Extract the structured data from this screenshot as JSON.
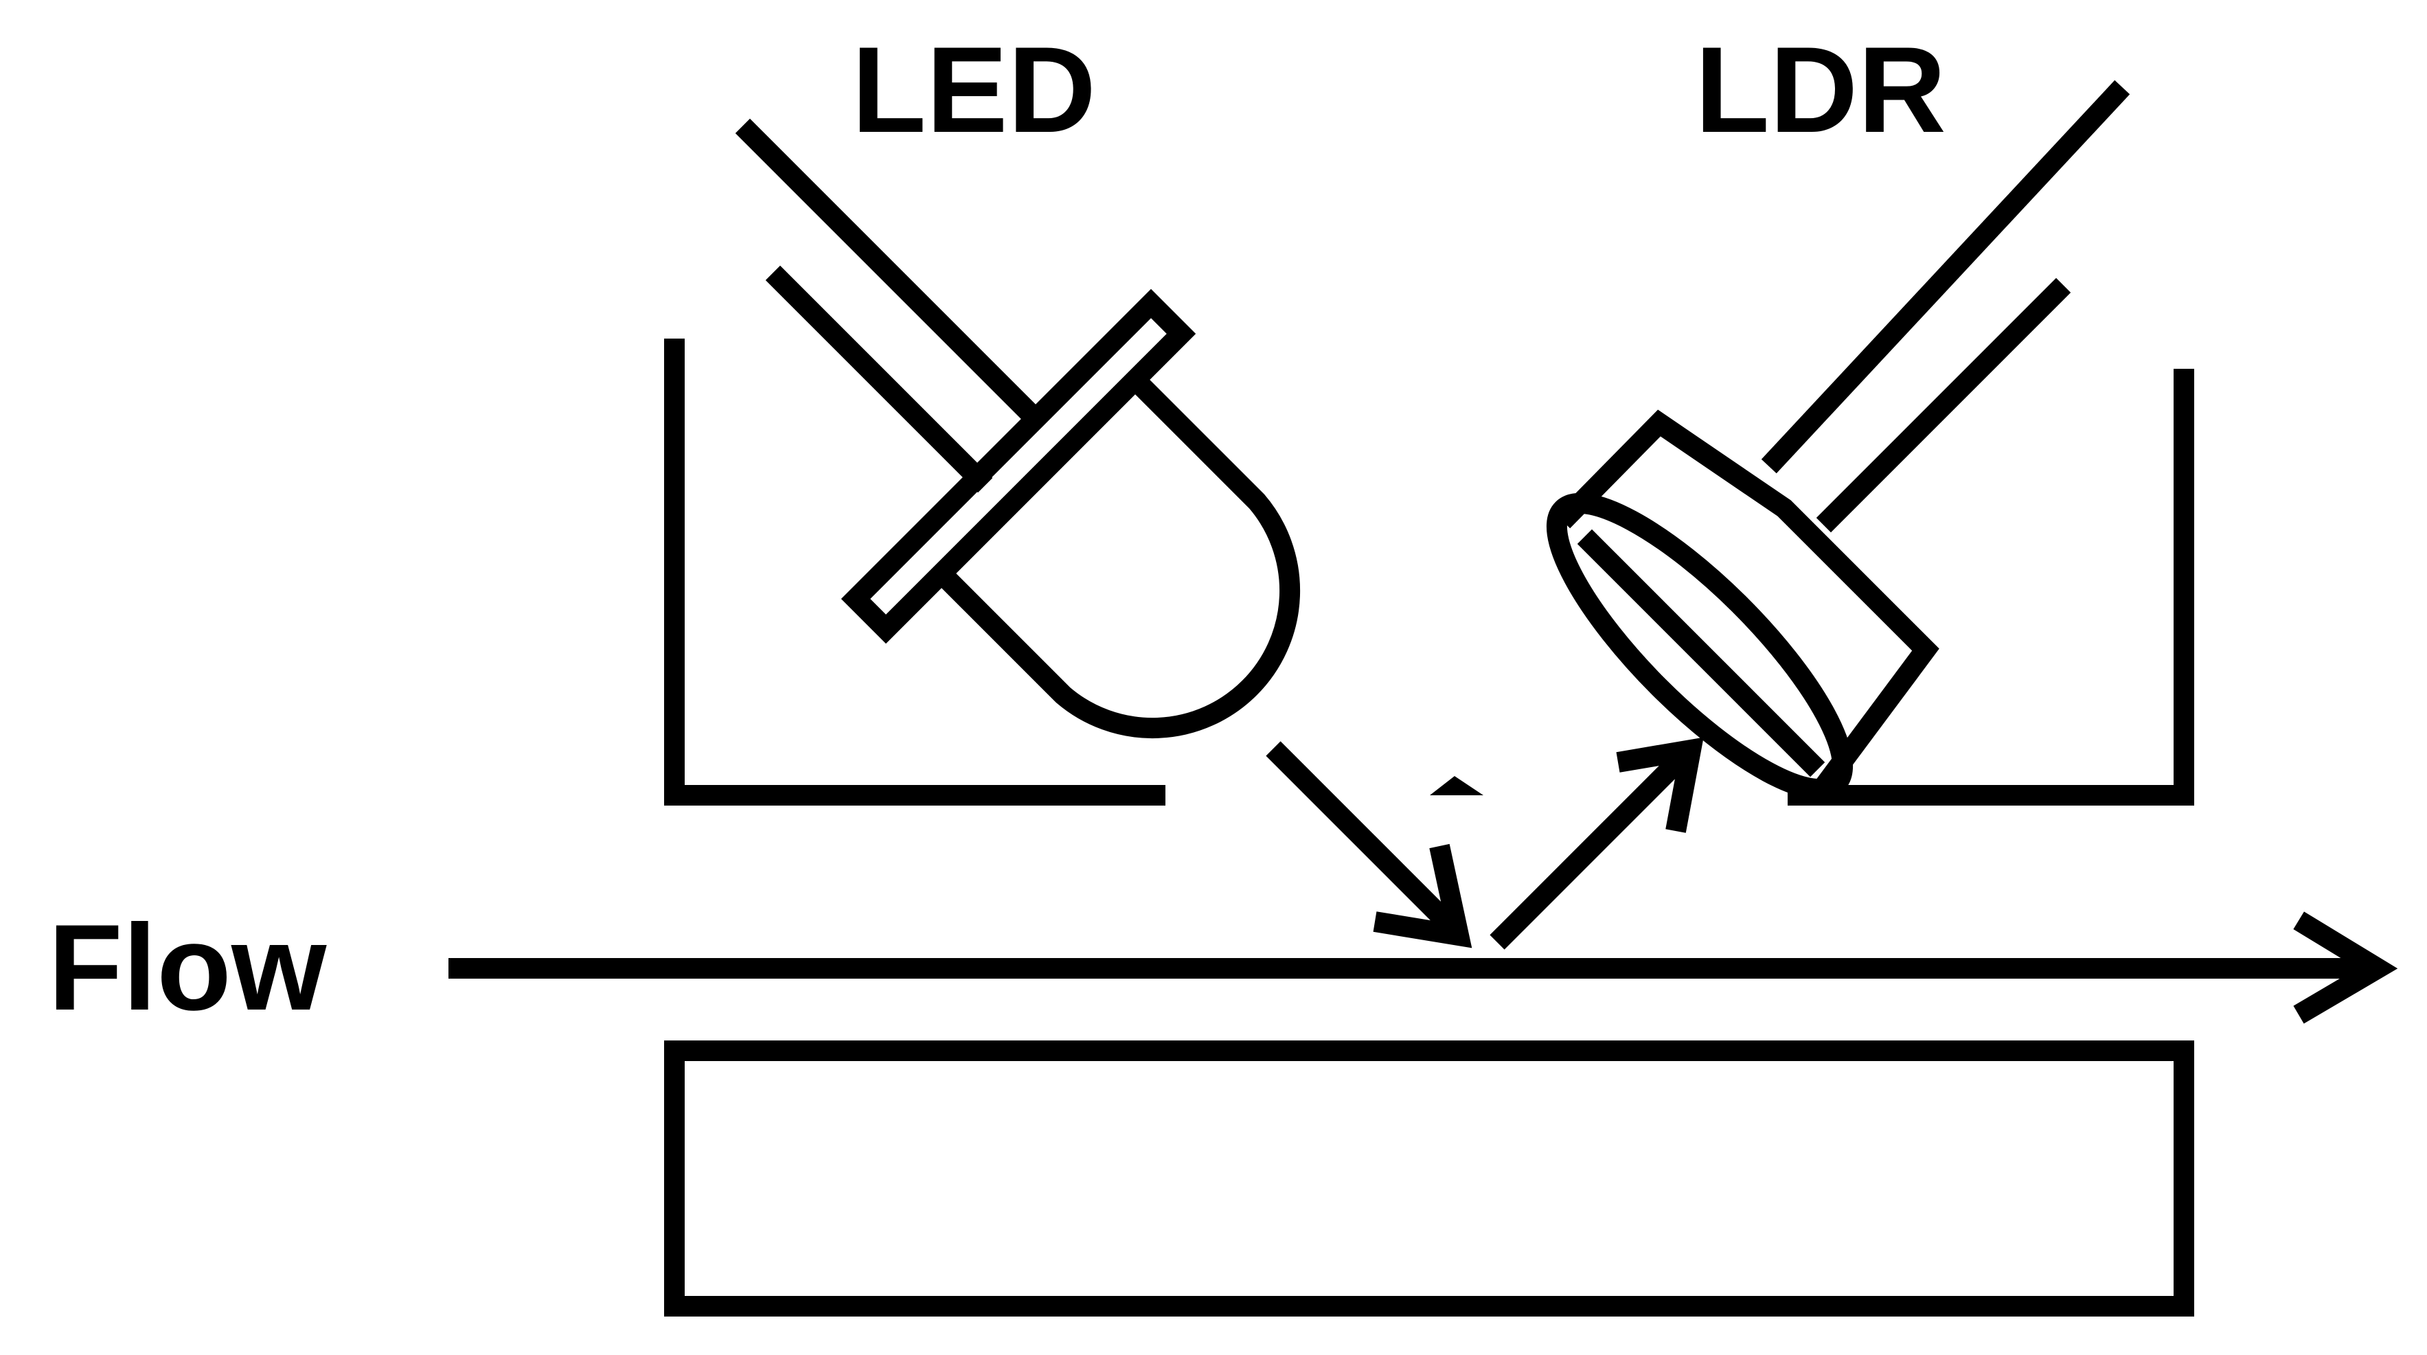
{
  "labels": {
    "led": "LED",
    "ldr": "LDR",
    "flow": "Flow"
  },
  "colors": {
    "stroke": "#000000",
    "background": "#ffffff"
  }
}
